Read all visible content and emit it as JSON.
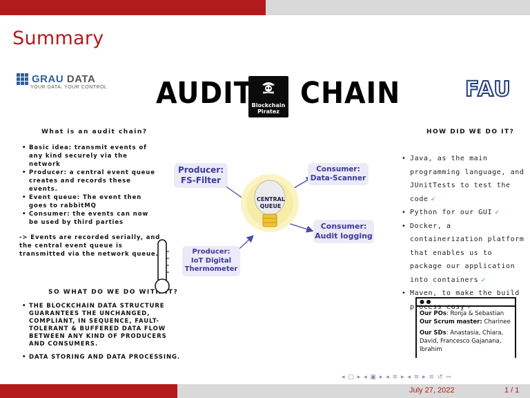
{
  "slide": {
    "title": "Summary",
    "date": "July 27, 2022",
    "page": "1 / 1",
    "colors": {
      "accent": "#b31b1b",
      "bar": "#d9d9d9"
    }
  },
  "logos": {
    "grau_brand_a": "GRAU",
    "grau_brand_b": "DATA",
    "grau_tagline": "YOUR DATA. YOUR CONTROL",
    "pirate_line1": "Blockchain",
    "pirate_line2": "Piratez",
    "fau": "FAU"
  },
  "poster": {
    "headline_left": "AUDIT",
    "headline_right": "CHAIN",
    "left": {
      "heading1": "What is an audit chain?",
      "items": [
        "Basic idea: transmit events of any kind securely via the network",
        "Producer: a central event queue creates and records these events.",
        "Event queue: The event then goes to rabbitMQ",
        "Consumer: the events can now be used by third parties"
      ],
      "note": "-> Events are recorded serially, and the central event queue is transmitted via the network queue.",
      "heading2": "So what do we do with it?",
      "items2": [
        "The blockchain data structure guarantees the unchanged, compliant, in sequence, fault-tolerant & buffered data flow between any kind of producers and consumers.",
        "Data storing and data processing."
      ]
    },
    "diagram": {
      "producer1": "Producer:\nFS-Filter",
      "producer2": "Producer:\nIoT Digital\nThermometer",
      "central": "CENTRAL\nQUEUE",
      "consumer1": "Consumer:\nData-Scanner",
      "consumer2": "Consumer:\nAudit logging"
    },
    "right": {
      "heading": "How did we do it?",
      "items": [
        {
          "text": "Java, as the main programming language, and JUnitTests to test the code",
          "check": "✓"
        },
        {
          "text": "Python for our GUI",
          "check": "✓"
        },
        {
          "text": "Docker, a containerization platform that enables us to package our application into containers",
          "check": "✓"
        },
        {
          "text": "Maven, to make the build process easy",
          "check": "✓"
        }
      ]
    },
    "team": {
      "dots": "● ●",
      "po_label": "Our POs",
      "po_value": ": Ronja & Sebastian",
      "sm_label": "Our Scrum master:",
      "sm_value": " Charinee",
      "sd_label": "Our SDs",
      "sd_value": ": Anastasia, Chiara, David, Francesco Gajanana, Ibrahim"
    }
  },
  "nav": {
    "icons": "◂ ▢ ▸ ◂ ▣ ▸ ◂ ≡ ▸ ◂ ≡ ▸ ≡ ↺ ∾"
  }
}
